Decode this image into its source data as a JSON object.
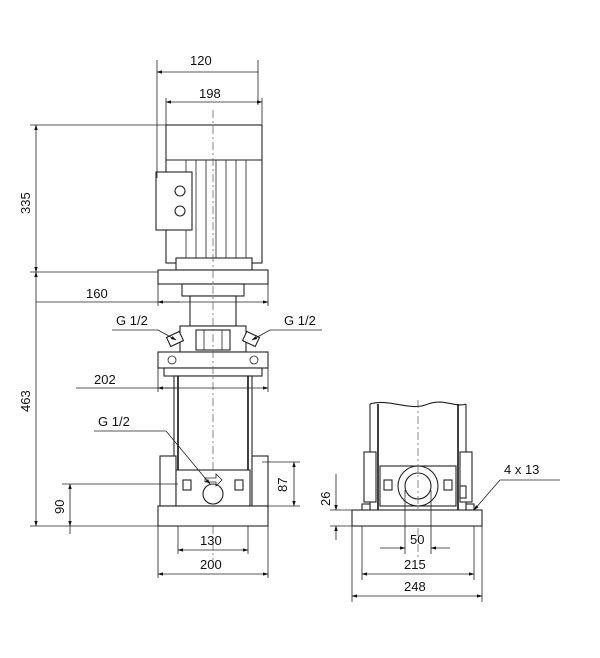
{
  "front_view": {
    "dim_motor_offset": "120",
    "dim_motor_width": "198",
    "dim_motor_height": "335",
    "dim_coupling_width": "160",
    "dim_plate_width": "202",
    "dim_pump_height": "463",
    "dim_inlet_height": "90",
    "dim_port_spacing": "87",
    "dim_foot_inner": "130",
    "dim_foot_outer": "200",
    "thread_top_left": "G 1/2",
    "thread_top_right": "G 1/2",
    "thread_lower": "G 1/2"
  },
  "side_view": {
    "dim_base_height": "26",
    "dim_bolt_holes": "4 x 13",
    "dim_port_dia": "50",
    "dim_hole_spacing": "215",
    "dim_base_length": "248"
  }
}
